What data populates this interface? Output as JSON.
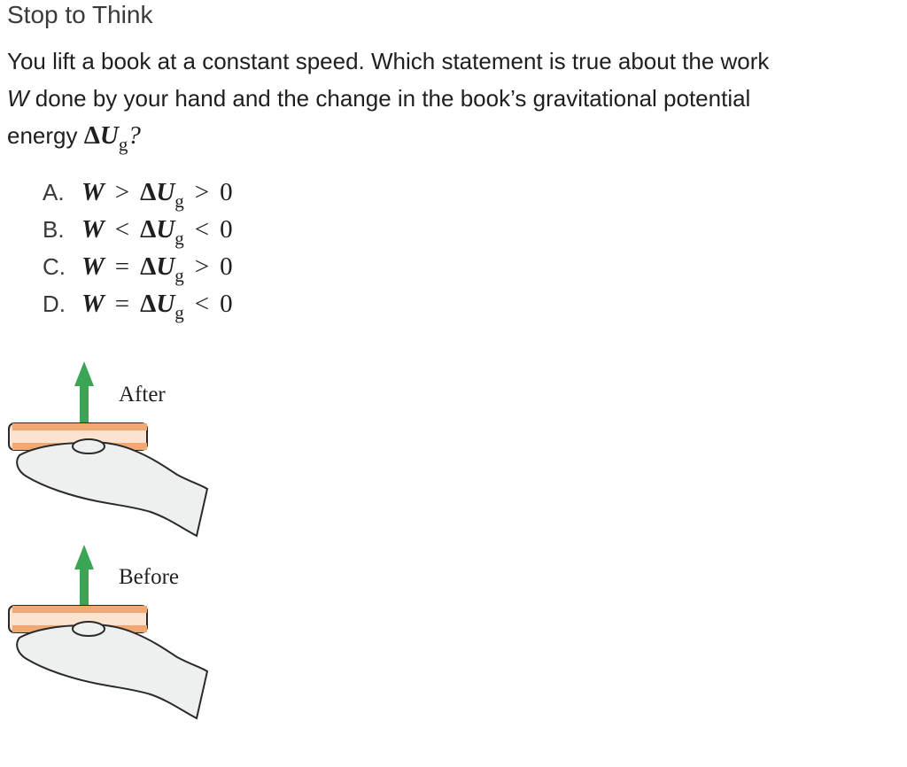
{
  "title": "Stop to Think",
  "question": {
    "line1": "You lift a book at a constant speed. Which statement is true about the work",
    "line2_var": "W",
    "line2_rest": " done by your hand and the change in the book’s gravitational potential",
    "line3_text": "energy ",
    "line3_delta": "Δ",
    "line3_var": "U",
    "line3_sub": "g",
    "line3_end": "?"
  },
  "choices": [
    {
      "letter": "A.",
      "w": "W",
      "op1": ">",
      "delta": "Δ",
      "u": "U",
      "sub": "g",
      "op2": ">",
      "rhs": "0"
    },
    {
      "letter": "B.",
      "w": "W",
      "op1": "<",
      "delta": "Δ",
      "u": "U",
      "sub": "g",
      "op2": "<",
      "rhs": "0"
    },
    {
      "letter": "C.",
      "w": "W",
      "op1": "=",
      "delta": "Δ",
      "u": "U",
      "sub": "g",
      "op2": ">",
      "rhs": "0"
    },
    {
      "letter": "D.",
      "w": "W",
      "op1": "=",
      "delta": "Δ",
      "u": "U",
      "sub": "g",
      "op2": "<",
      "rhs": "0"
    }
  ],
  "figure": {
    "after_label": "After",
    "before_label": "Before",
    "colors": {
      "arrow": "#3aa655",
      "book_cover": "#f2a873",
      "book_pages": "#fbe3cf",
      "hand": "#eef0f0",
      "outline": "#2a2a2a"
    }
  }
}
